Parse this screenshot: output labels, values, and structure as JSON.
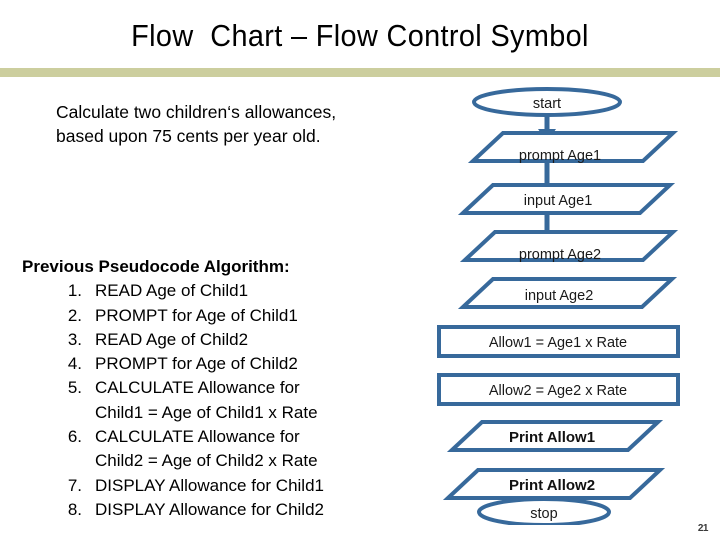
{
  "slide": {
    "title": "Flow  Chart – Flow Control Symbol",
    "page_number": "21",
    "divider_color": "#CCCE9E",
    "accent_color": "#37699B"
  },
  "left_column": {
    "intro_text": "Calculate two children‘s allowances, based upon 75 cents per year old.",
    "algorithm_heading": "Previous Pseudocode Algorithm:",
    "algorithm_steps": [
      {
        "number": "1.",
        "text": "READ Age of Child1"
      },
      {
        "number": "2.",
        "text": "PROMPT for Age of Child1"
      },
      {
        "number": "3.",
        "text": "READ Age of Child2"
      },
      {
        "number": "4.",
        "text": "PROMPT for Age of Child2"
      },
      {
        "number": "5.",
        "text": "CALCULATE Allowance for\nChild1 = Age of Child1 x Rate"
      },
      {
        "number": "6.",
        "text": "CALCULATE Allowance for\nChild2 = Age of Child2 x Rate"
      },
      {
        "number": "7.",
        "text": "DISPLAY Allowance for Child1"
      },
      {
        "number": "8.",
        "text": "DISPLAY Allowance for Child2"
      }
    ]
  },
  "flowchart": {
    "nodes": [
      {
        "id": "start",
        "shape": "terminator",
        "label": "start"
      },
      {
        "id": "prompt1",
        "shape": "parallelogram",
        "label": "prompt Age1"
      },
      {
        "id": "input1",
        "shape": "parallelogram",
        "label": "input Age1"
      },
      {
        "id": "prompt2",
        "shape": "parallelogram",
        "label": "prompt Age2"
      },
      {
        "id": "input2",
        "shape": "parallelogram",
        "label": "input Age2"
      },
      {
        "id": "calc1",
        "shape": "process",
        "label": "Allow1 = Age1 x Rate"
      },
      {
        "id": "calc2",
        "shape": "process",
        "label": "Allow2 = Age2 x Rate"
      },
      {
        "id": "print1",
        "shape": "parallelogram",
        "label": "Print Allow1"
      },
      {
        "id": "print2",
        "shape": "parallelogram",
        "label": "Print Allow2"
      },
      {
        "id": "stop",
        "shape": "terminator",
        "label": "stop"
      }
    ]
  }
}
